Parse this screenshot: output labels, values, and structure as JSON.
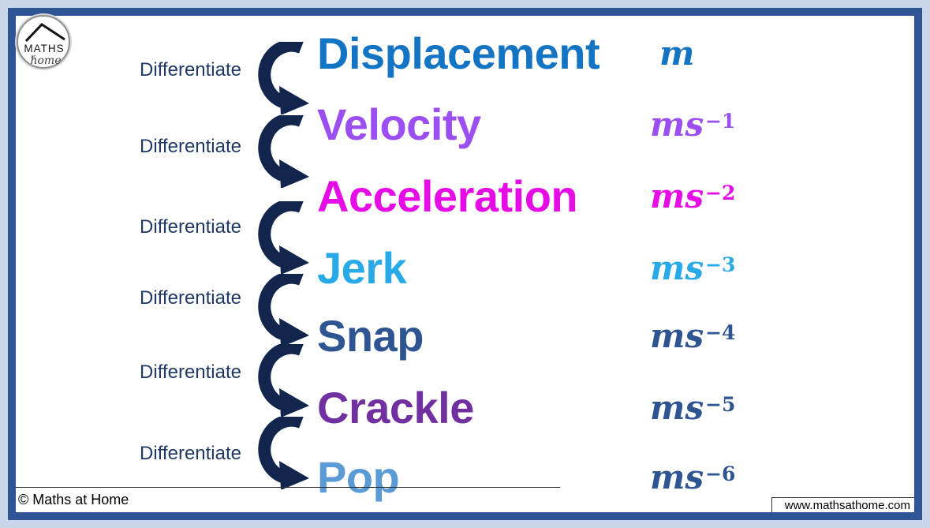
{
  "colors": {
    "mat": "#c9d6ea",
    "frame": "#2f5496",
    "content_background": "#ffffff",
    "arrow": "#12264d",
    "differentiate_label": "#1f3864"
  },
  "logo": {
    "top_text": "MATHS",
    "small_text": "at",
    "script_text": "home",
    "icon": "house-roof-icon"
  },
  "process": {
    "step_label": "Differentiate",
    "arrow_icon": "curved-down-arrow-icon",
    "step_count": 6
  },
  "chain": [
    {
      "term": "Displacement",
      "unit_base": "m",
      "unit_exp": "",
      "term_color": "#1474c4",
      "unit_color": "#1474c4"
    },
    {
      "term": "Velocity",
      "unit_base": "ms",
      "unit_exp": "−1",
      "term_color": "#9b4ff0",
      "unit_color": "#9b4ff0"
    },
    {
      "term": "Acceleration",
      "unit_base": "ms",
      "unit_exp": "−2",
      "term_color": "#e60ce6",
      "unit_color": "#e60ce6"
    },
    {
      "term": "Jerk",
      "unit_base": "ms",
      "unit_exp": "−3",
      "term_color": "#29aae8",
      "unit_color": "#29aae8"
    },
    {
      "term": "Snap",
      "unit_base": "ms",
      "unit_exp": "−4",
      "term_color": "#2e5491",
      "unit_color": "#2e5491"
    },
    {
      "term": "Crackle",
      "unit_base": "ms",
      "unit_exp": "−5",
      "term_color": "#7030a0",
      "unit_color": "#2e5491"
    },
    {
      "term": "Pop",
      "unit_base": "ms",
      "unit_exp": "−6",
      "term_color": "#5b9bd5",
      "unit_color": "#2e5491"
    }
  ],
  "footer": {
    "copyright": "© Maths at Home",
    "website": "www.mathsathome.com"
  }
}
